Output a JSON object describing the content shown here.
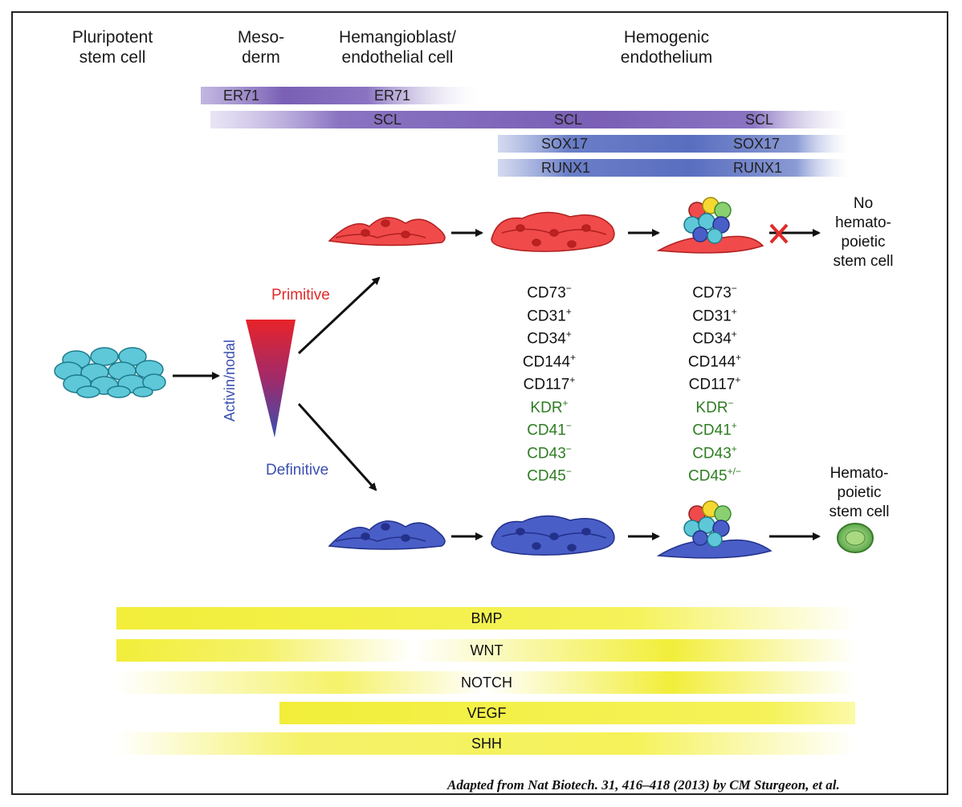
{
  "stages": [
    {
      "label": "Pluripotent\nstem cell"
    },
    {
      "label": "Meso-\nderm"
    },
    {
      "label": "Hemangioblast/\nendothelial cell"
    },
    {
      "label": "Hemogenic\nendothelium"
    }
  ],
  "tf_bars": {
    "er71": [
      "ER71",
      "ER71"
    ],
    "scl": [
      "SCL",
      "SCL",
      "SCL"
    ],
    "sox17": [
      "SOX17",
      "SOX17"
    ],
    "runx1": [
      "RUNX1",
      "RUNX1"
    ]
  },
  "gradient": {
    "axis_label": "Activin/nodal",
    "top_label": "Primitive",
    "bottom_label": "Definitive",
    "top_color": "#e8232a",
    "bottom_color": "#3a4fb0"
  },
  "markers": {
    "left": [
      {
        "name": "CD73",
        "sign": "−",
        "color": "black"
      },
      {
        "name": "CD31",
        "sign": "+",
        "color": "black"
      },
      {
        "name": "CD34",
        "sign": "+",
        "color": "black"
      },
      {
        "name": "CD144",
        "sign": "+",
        "color": "black"
      },
      {
        "name": "CD117",
        "sign": "+",
        "color": "black"
      },
      {
        "name": "KDR",
        "sign": "+",
        "color": "green"
      },
      {
        "name": "CD41",
        "sign": "−",
        "color": "green"
      },
      {
        "name": "CD43",
        "sign": "−",
        "color": "green"
      },
      {
        "name": "CD45",
        "sign": "−",
        "color": "green"
      }
    ],
    "right": [
      {
        "name": "CD73",
        "sign": "−",
        "color": "black"
      },
      {
        "name": "CD31",
        "sign": "+",
        "color": "black"
      },
      {
        "name": "CD34",
        "sign": "+",
        "color": "black"
      },
      {
        "name": "CD144",
        "sign": "+",
        "color": "black"
      },
      {
        "name": "CD117",
        "sign": "+",
        "color": "black"
      },
      {
        "name": "KDR",
        "sign": "−",
        "color": "green"
      },
      {
        "name": "CD41",
        "sign": "+",
        "color": "green"
      },
      {
        "name": "CD43",
        "sign": "+",
        "color": "green"
      },
      {
        "name": "CD45",
        "sign": "+/−",
        "color": "green"
      }
    ]
  },
  "outcomes": {
    "primitive": "No\nhemato-\npoietic\nstem cell",
    "definitive": "Hemato-\npoietic\nstem cell"
  },
  "signals": [
    "BMP",
    "WNT",
    "NOTCH",
    "VEGF",
    "SHH"
  ],
  "colors": {
    "pluripotent": "#5ec8d8",
    "primitive_cells": "#f04a4a",
    "definitive_cells": "#4a5ec8",
    "tf_purple": "#7a5fb5",
    "tf_blue": "#5a70c0",
    "signal_yellow": "#f2ee3a",
    "marker_green": "#2e7d22"
  },
  "citation": "Adapted from Nat Biotech. 31, 416–418 (2013) by CM Sturgeon, et al."
}
